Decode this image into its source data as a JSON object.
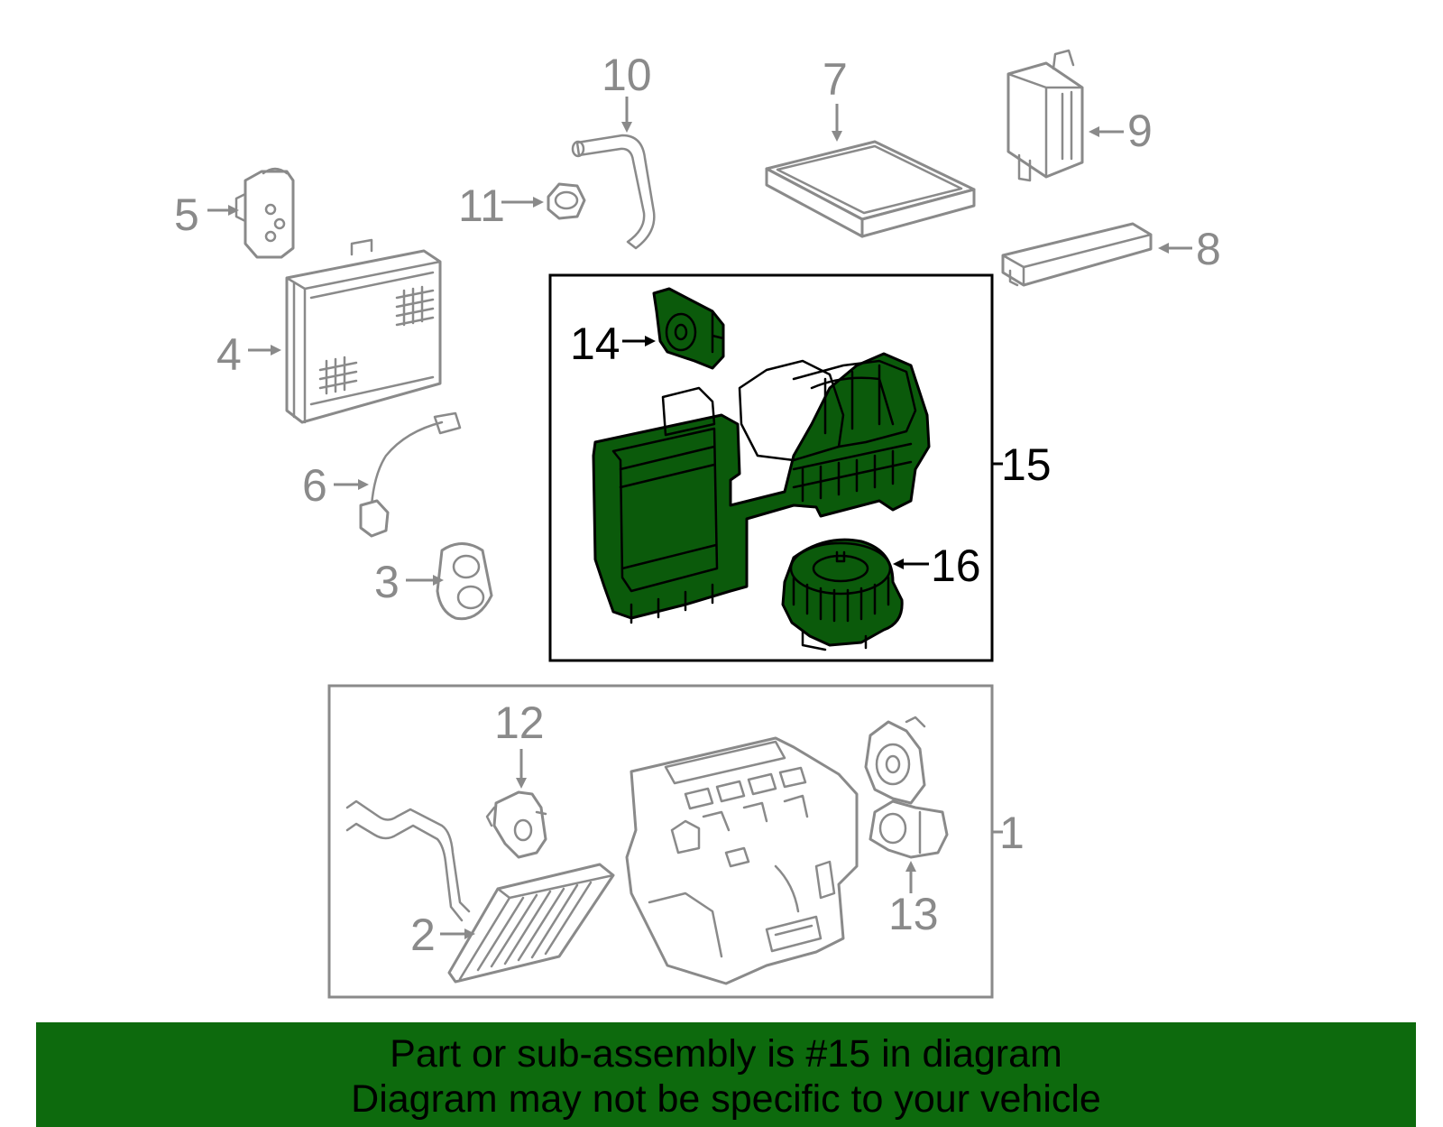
{
  "callouts": {
    "c1": "1",
    "c2": "2",
    "c3": "3",
    "c4": "4",
    "c5": "5",
    "c6": "6",
    "c7": "7",
    "c8": "8",
    "c9": "9",
    "c10": "10",
    "c11": "11",
    "c12": "12",
    "c13": "13",
    "c14": "14",
    "c15": "15",
    "c16": "16"
  },
  "banner": {
    "line1": "Part or sub-assembly is #15 in diagram",
    "line2": "Diagram may not be specific to your vehicle"
  },
  "colors": {
    "highlight": "#0b5a0b",
    "banner": "#0d6a0d",
    "line_gray": "#8a8a8a",
    "line_black": "#000000"
  }
}
